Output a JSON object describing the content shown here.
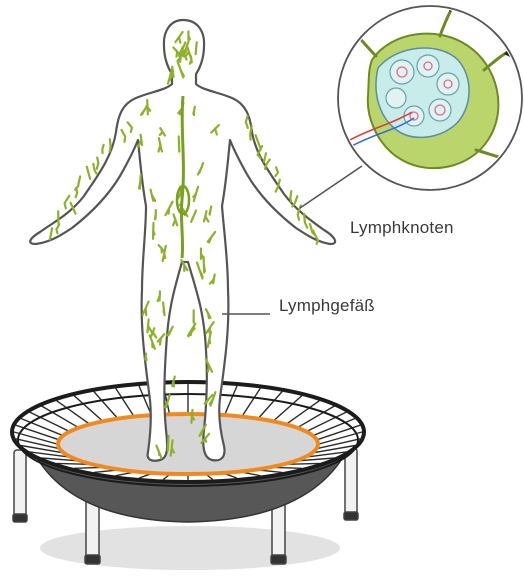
{
  "labels": {
    "lymph_node": "Lymphknoten",
    "lymph_vessel": "Lymphgefäß"
  },
  "colors": {
    "lymph_green": "#8bb22a",
    "body_outline": "#555555",
    "trampoline_orange": "#f08a1e",
    "trampoline_mat": "#d4d4d4",
    "trampoline_frame": "#3a3a3a",
    "node_fill": "#b9d56c",
    "node_inner": "#c7ecea"
  },
  "icons": {
    "figure": "human-body-lymphatic-system",
    "magnifier": "lymph-node-cross-section",
    "equipment": "mini-trampoline"
  }
}
